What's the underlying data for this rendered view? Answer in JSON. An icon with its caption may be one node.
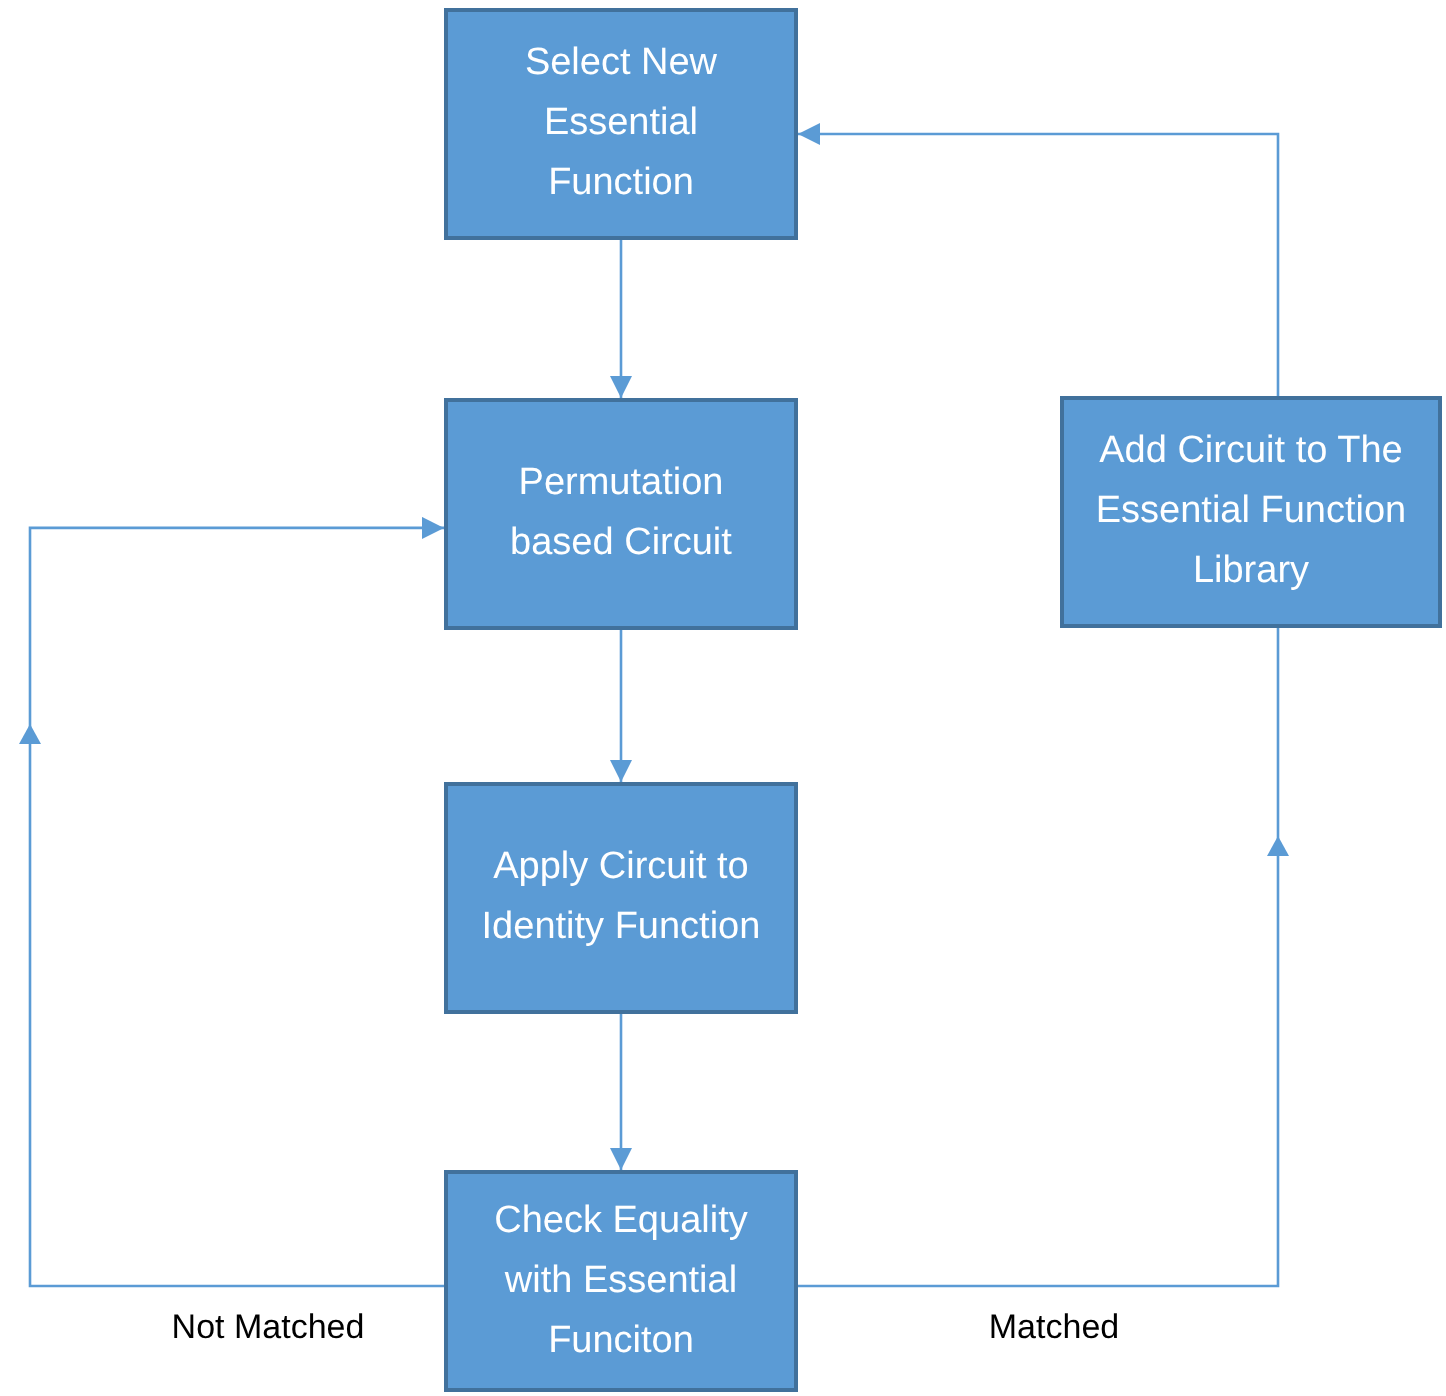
{
  "diagram": {
    "nodes": [
      {
        "text": [
          "Select New Essential Function"
        ]
      },
      {
        "text": [
          "Permutation based Circuit"
        ]
      },
      {
        "text": [
          "Apply Circuit to Identity Function"
        ]
      },
      {
        "text": [
          "Check Equality with Essential Funciton"
        ]
      },
      {
        "text": [
          "Add Circuit to The Essential Function Library"
        ]
      }
    ],
    "edges": [
      {
        "from": 0,
        "to": 1,
        "arrow": "to"
      },
      {
        "from": 1,
        "to": 2,
        "arrow": "to"
      },
      {
        "from": 2,
        "to": 3,
        "arrow": "to"
      },
      {
        "from": 3,
        "to": 1,
        "arrow": "to",
        "label": "Not Matched"
      },
      {
        "from": 3,
        "to": 4,
        "arrow": "to",
        "label": "Matched"
      },
      {
        "from": 4,
        "to": 0,
        "arrow": "to"
      }
    ]
  }
}
